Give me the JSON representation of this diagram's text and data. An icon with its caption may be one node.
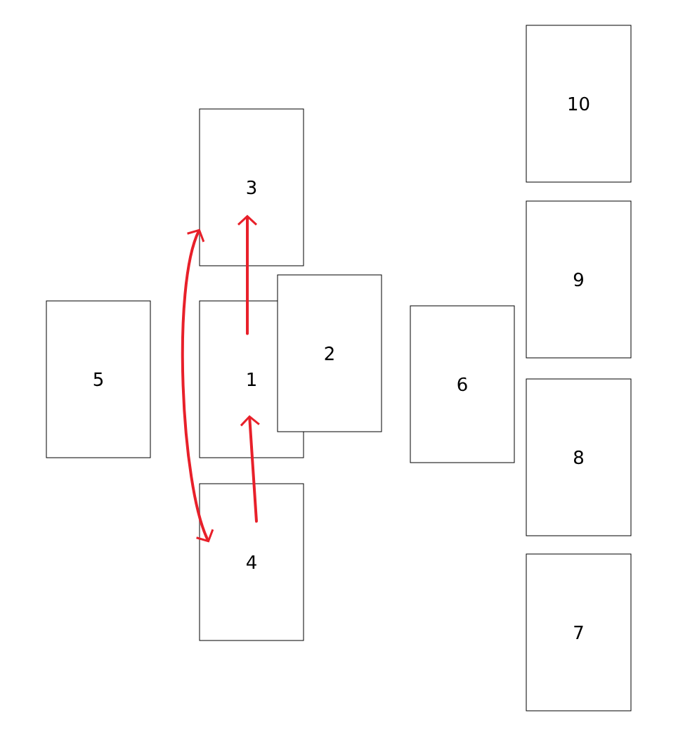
{
  "diagram": {
    "nodes": [
      {
        "text": [
          "10"
        ]
      },
      {
        "text": [
          "3"
        ]
      },
      {
        "text": [
          "9"
        ]
      },
      {
        "text": [
          "2"
        ]
      },
      {
        "text": [
          "5"
        ]
      },
      {
        "text": [
          "1"
        ]
      },
      {
        "text": [
          "6"
        ]
      },
      {
        "text": [
          "8"
        ]
      },
      {
        "text": [
          "4"
        ]
      },
      {
        "text": [
          "7"
        ]
      }
    ],
    "edges": [
      {
        "from": 5,
        "to": 1,
        "arrow": "to"
      },
      {
        "from": 8,
        "to": 5,
        "arrow": "to"
      },
      {
        "from": 1,
        "to": 8,
        "arrow": "both"
      }
    ]
  }
}
